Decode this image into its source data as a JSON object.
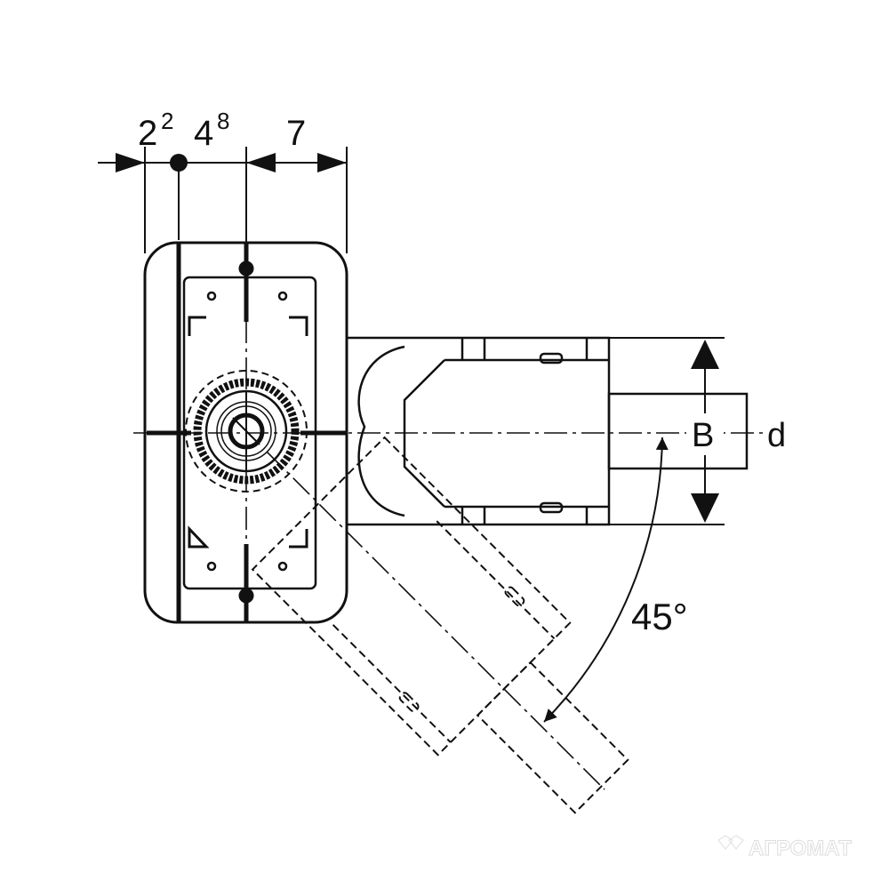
{
  "dimensions": {
    "d1_main": "2",
    "d1_sup": "2",
    "d2_main": "4",
    "d2_sup": "8",
    "d3": "7",
    "height_label": "B",
    "diameter_label": "d",
    "angle_label": "45°"
  },
  "watermark": {
    "text": "АГРОМАТ"
  },
  "colors": {
    "line": "#111111",
    "background": "#ffffff"
  }
}
